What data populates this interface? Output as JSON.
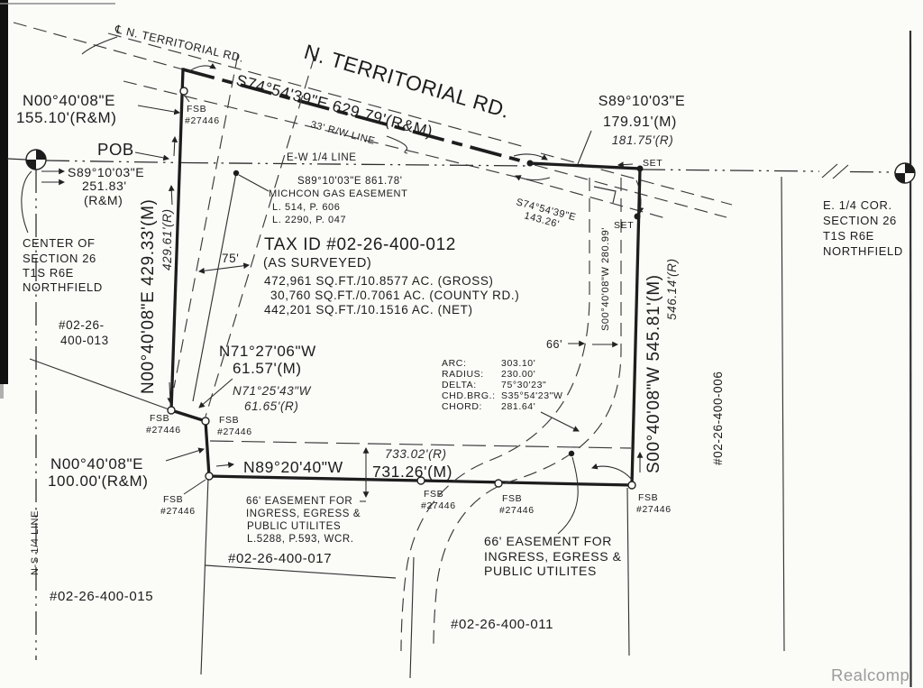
{
  "watermark": "Realcomp",
  "road": {
    "centerline_label": "℄ N. TERRITORIAL RD.",
    "name": "N. TERRITORIAL RD.",
    "bearing": "S74°54'39\"E   629.79'(R&M)",
    "rw_line": "33' R/W LINE",
    "ext_bearing": "S74°54'39\"E",
    "ext_distance": "143.26'"
  },
  "corners": {
    "center_section": [
      "CENTER OF",
      "SECTION 26",
      "T1S R6E",
      "NORTHFIELD"
    ],
    "east_quarter": [
      "E. 1/4 COR.",
      "SECTION 26",
      "T1S R6E",
      "NORTHFIELD"
    ],
    "pob": "POB",
    "set": "SET"
  },
  "qlines": {
    "ew": "E-W 1/4 LINE",
    "ew_bearing": "S89°10'03\"E   861.78'",
    "ns": "N-S 1/4 LINE"
  },
  "west": {
    "upper": [
      "N00°40'08\"E",
      "155.10'(R&M)"
    ],
    "quarter": [
      "S89°10'03\"E",
      "251.83'",
      "(R&M)"
    ],
    "main_m": "N00°40'08\"E   429.33'(M)",
    "main_r": "429.61'(R)",
    "jog_m": [
      "N71°27'06\"W",
      "61.57'(M)"
    ],
    "jog_r": [
      "N71°25'43\"W",
      "61.65'(R)"
    ],
    "lower": [
      "N00°40'08\"E",
      "100.00'(R&M)"
    ]
  },
  "north_east": {
    "bearing_m": [
      "S89°10'03\"E",
      "179.91'(M)"
    ],
    "bearing_r": "181.75'(R)"
  },
  "east": {
    "inner": "S00°40'08\"W  280.99'",
    "main_m": "S00°40'08\"W   545.81'(M)",
    "main_r": "546.14'(R)",
    "dim66": "66'"
  },
  "south": {
    "bearing": "N89°20'40\"W",
    "dist_m": "731.26'(M)",
    "dist_r": "733.02'(R)"
  },
  "taxblock": {
    "title": "TAX ID #02-26-400-012",
    "subtitle": "(AS SURVEYED)",
    "areas": [
      "472,961 SQ.FT./10.8577 AC. (GROSS)",
      "30,760 SQ.FT./0.7061 AC. (COUNTY RD.)",
      "442,201 SQ.FT./10.1516 AC. (NET)"
    ]
  },
  "gas_easement": [
    "MICHCON GAS EASEMENT",
    "L. 514, P. 606",
    "L. 2290, P. 047"
  ],
  "gas_width": "75'",
  "curve": {
    "labels": [
      "ARC:",
      "RADIUS:",
      "DELTA:",
      "CHD.BRG.:",
      "CHORD:"
    ],
    "values": [
      "303.10'",
      "230.00'",
      "75°30'23\"",
      "S35°54'23\"W",
      "281.64'"
    ]
  },
  "easement_sw": [
    "66' EASEMENT FOR",
    "INGRESS, EGRESS &",
    "PUBLIC UTILITES",
    "L.5288, P.593, WCR."
  ],
  "easement_se": [
    "66' EASEMENT FOR",
    "INGRESS, EGRESS &",
    "PUBLIC UTILITES"
  ],
  "parcels": {
    "p013": [
      "#02-26-",
      "400-013"
    ],
    "p015": "#02-26-400-015",
    "p017": "#02-26-400-017",
    "p011": "#02-26-400-011",
    "p006": "#02-26-400-006"
  },
  "monument": {
    "fsb": "FSB",
    "num": "#27446"
  }
}
